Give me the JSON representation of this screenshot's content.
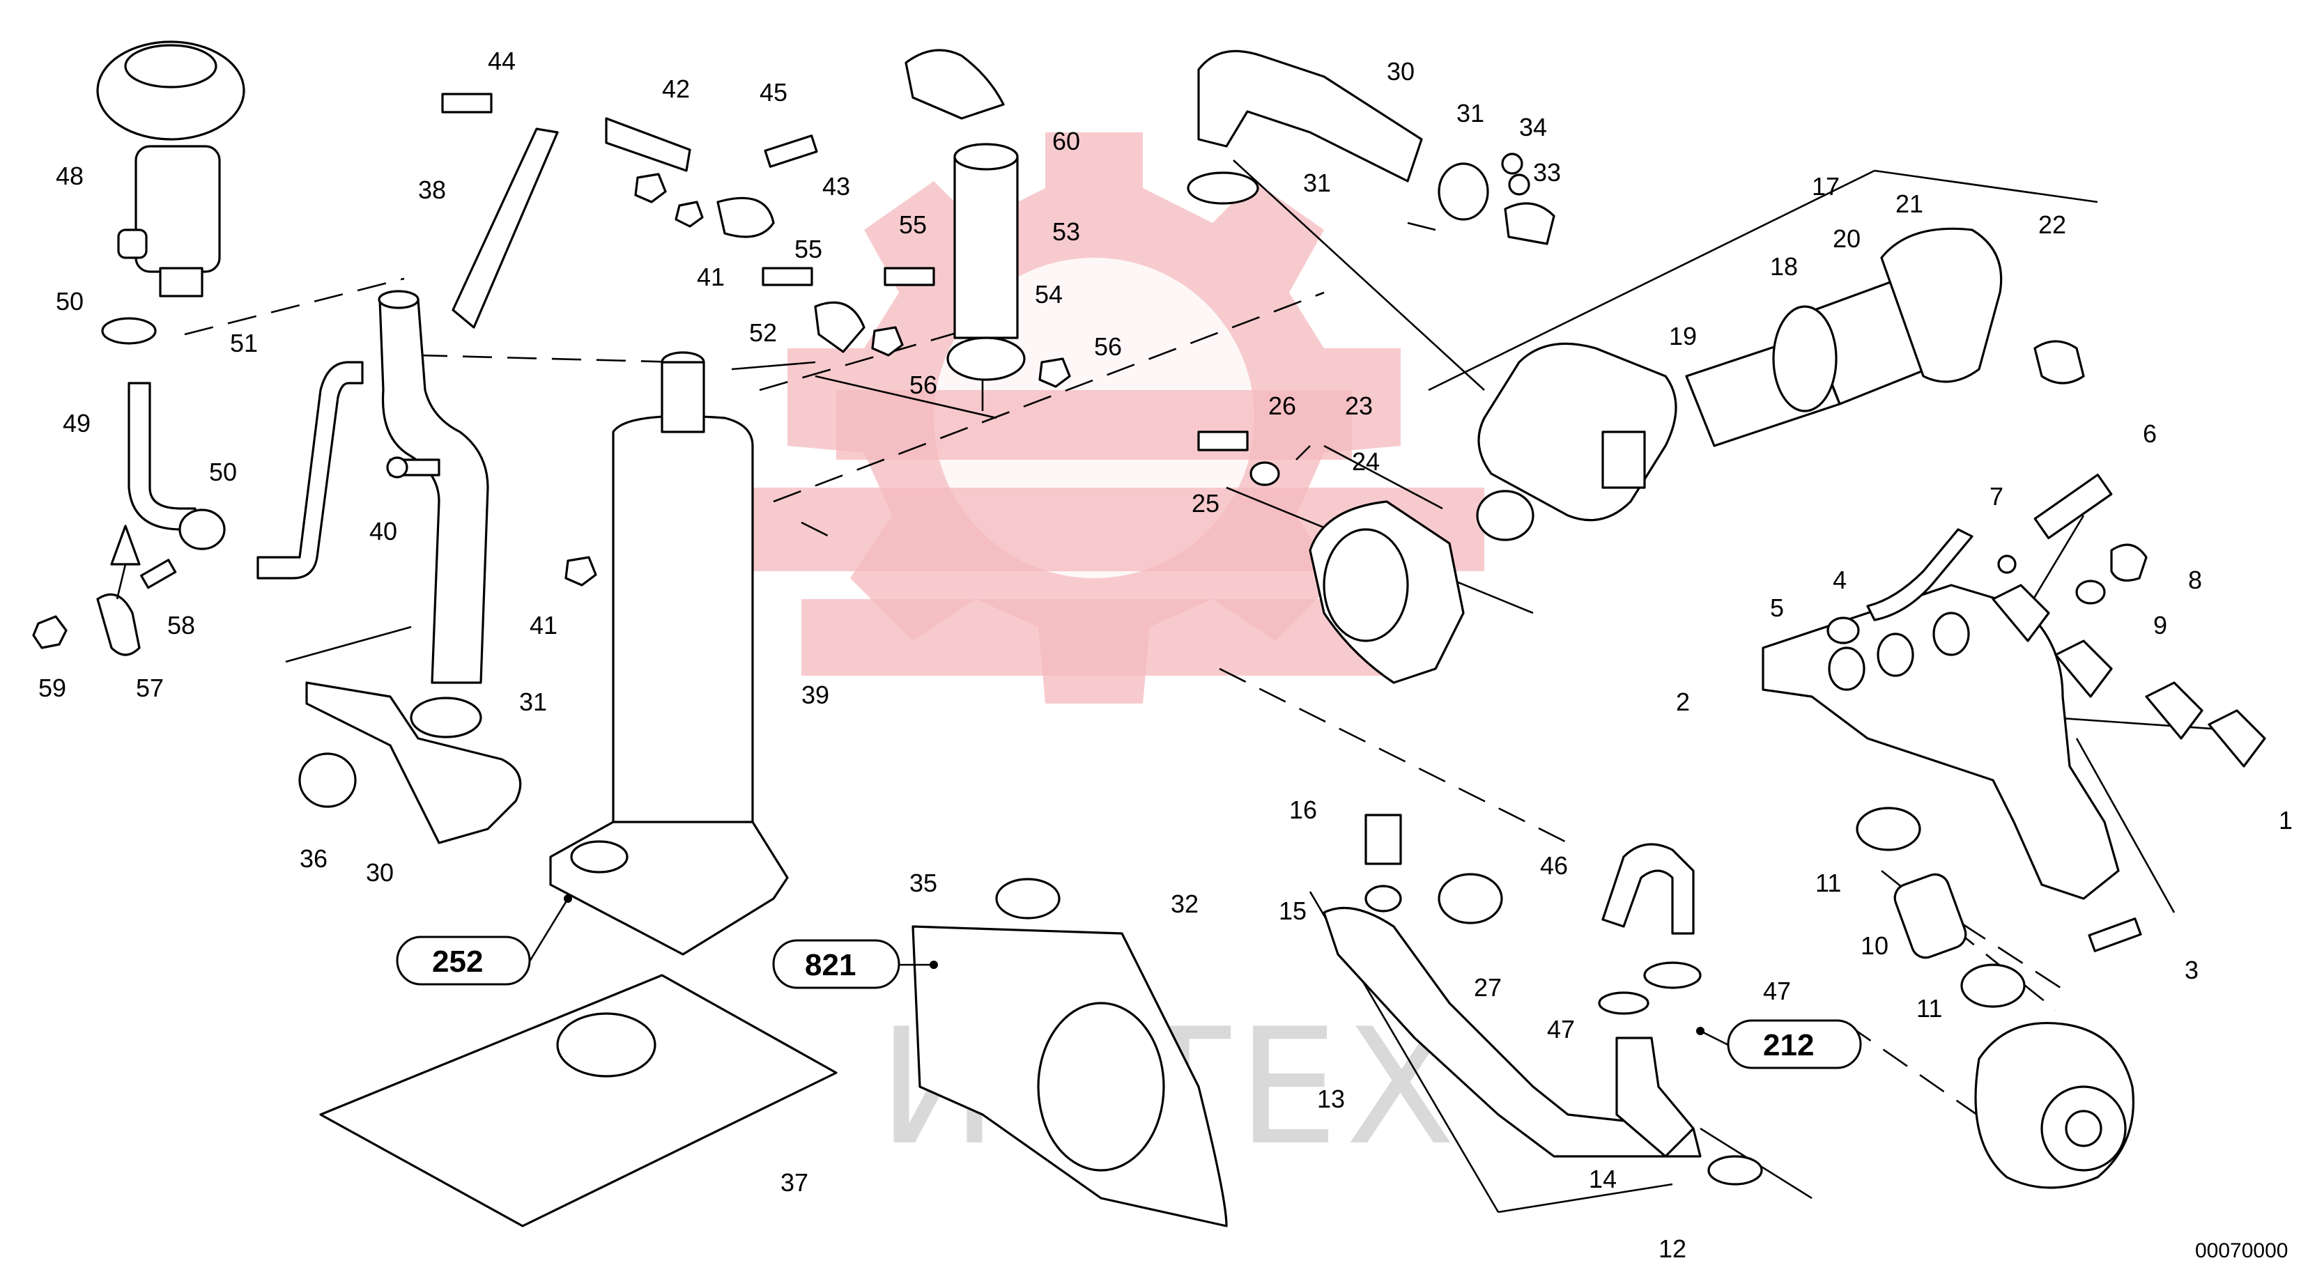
{
  "diagram": {
    "callouts": [
      "1",
      "2",
      "3",
      "4",
      "5",
      "6",
      "7",
      "8",
      "9",
      "10",
      "11",
      "11",
      "12",
      "13",
      "14",
      "15",
      "16",
      "17",
      "18",
      "19",
      "20",
      "21",
      "22",
      "23",
      "24",
      "25",
      "26",
      "27",
      "30",
      "30",
      "31",
      "31",
      "31",
      "32",
      "33",
      "34",
      "35",
      "36",
      "37",
      "38",
      "39",
      "40",
      "41",
      "41",
      "42",
      "43",
      "44",
      "45",
      "46",
      "47",
      "47",
      "48",
      "49",
      "50",
      "50",
      "51",
      "52",
      "53",
      "54",
      "55",
      "55",
      "56",
      "56",
      "57",
      "58",
      "59",
      "60"
    ],
    "references": [
      "252",
      "821",
      "212"
    ],
    "drawing_code": "00070000",
    "watermark_text": "ИНТЕХ"
  }
}
